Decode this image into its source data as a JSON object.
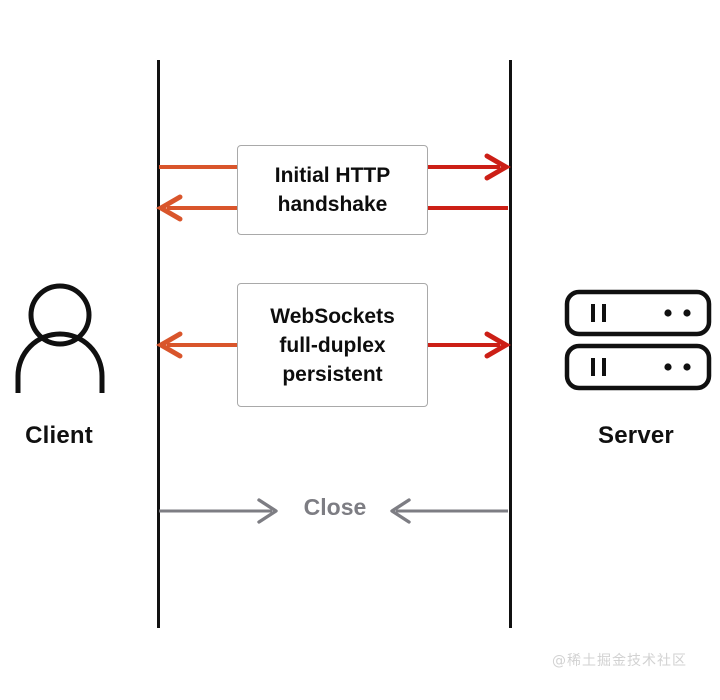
{
  "diagram": {
    "title": "WebSockets connection lifecycle sequence diagram",
    "actors": {
      "client": {
        "label": "Client",
        "icon": "person-icon"
      },
      "server": {
        "label": "Server",
        "icon": "server-rack-icon"
      }
    },
    "messages": [
      {
        "id": "handshake",
        "lines": [
          "Initial HTTP",
          "handshake"
        ],
        "arrows": [
          {
            "direction": "right",
            "side": "left-segment",
            "arrowhead": false,
            "color": "#d9552b"
          },
          {
            "direction": "right",
            "side": "right-segment",
            "arrowhead": true,
            "color": "#cc1f16"
          },
          {
            "direction": "left",
            "side": "left-segment",
            "arrowhead": true,
            "color": "#d9552b"
          },
          {
            "direction": "left",
            "side": "right-segment",
            "arrowhead": false,
            "color": "#cc1f16"
          }
        ]
      },
      {
        "id": "websockets",
        "lines": [
          "WebSockets",
          "full-duplex",
          "persistent"
        ],
        "arrows": [
          {
            "direction": "left",
            "side": "left-segment",
            "arrowhead": true,
            "color": "#d9552b"
          },
          {
            "direction": "right",
            "side": "right-segment",
            "arrowhead": true,
            "color": "#cc1f16"
          }
        ]
      },
      {
        "id": "close",
        "label": "Close",
        "arrows": [
          {
            "direction": "right",
            "side": "left-segment",
            "arrowhead": true,
            "color": "#7d7d83"
          },
          {
            "direction": "left",
            "side": "right-segment",
            "arrowhead": true,
            "color": "#7d7d83"
          }
        ]
      }
    ],
    "colors": {
      "lifeline": "#111111",
      "orange_arrow": "#d9552b",
      "red_arrow": "#cc1f16",
      "gray_arrow": "#7d7d83",
      "box_border": "#a9a9a9",
      "text": "#0d0d0d",
      "watermark": "#d2d2d2",
      "background": "#ffffff"
    }
  },
  "watermark": {
    "text": "@稀土掘金技术社区"
  }
}
